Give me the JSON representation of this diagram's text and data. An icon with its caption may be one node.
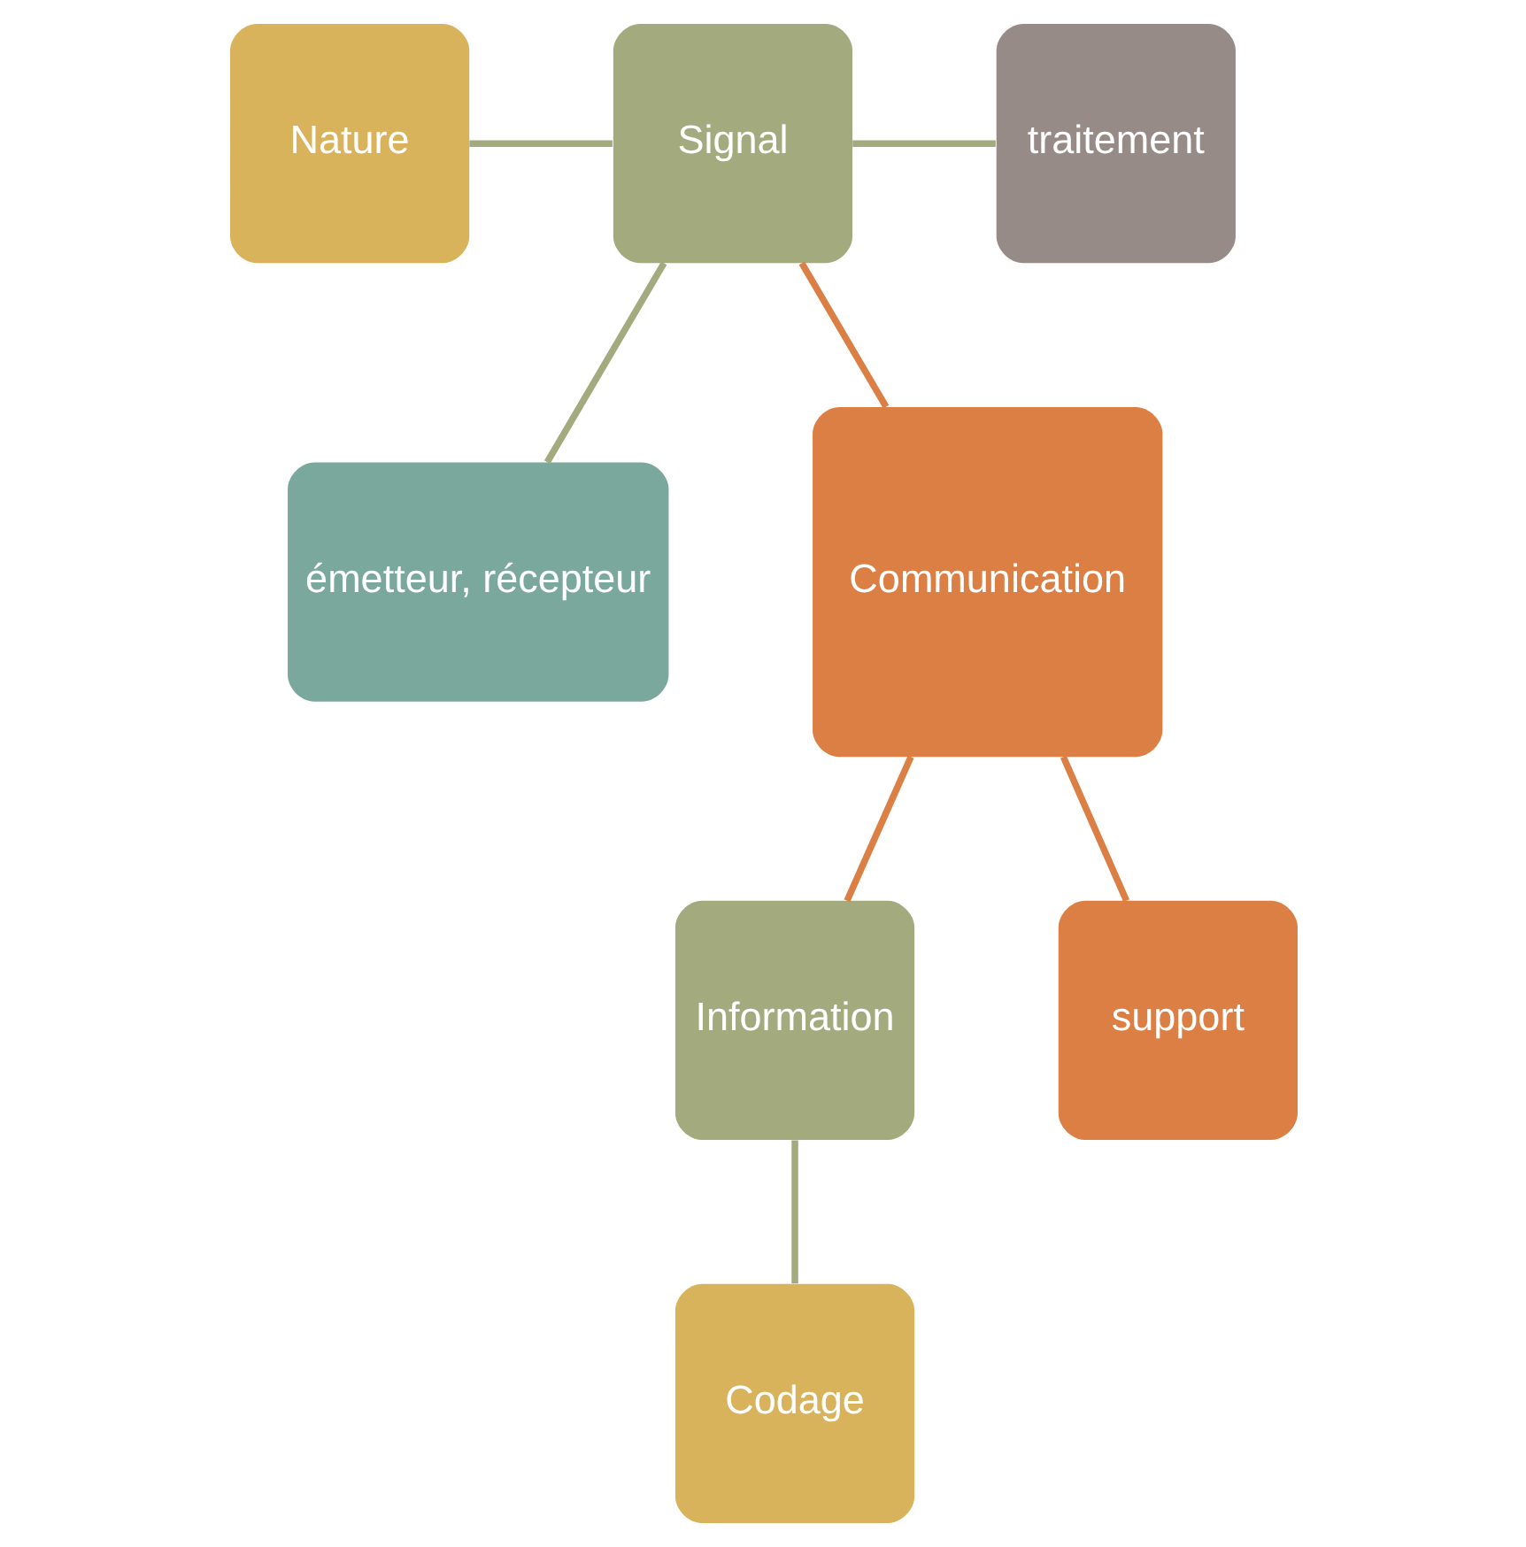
{
  "diagram": {
    "nodes": [
      {
        "text": [
          "émetteur, récepteur"
        ]
      },
      {
        "text": [
          "Nature"
        ]
      },
      {
        "text": [
          "Signal"
        ]
      },
      {
        "text": [
          "traitement"
        ]
      },
      {
        "text": [
          "Communication"
        ]
      },
      {
        "text": [
          "Information"
        ]
      },
      {
        "text": [
          "support"
        ]
      },
      {
        "text": [
          "Codage"
        ]
      }
    ],
    "edges": [
      {
        "from": 2,
        "to": 0,
        "arrow": "none"
      },
      {
        "from": 1,
        "to": 2,
        "arrow": "none"
      },
      {
        "from": 2,
        "to": 3,
        "arrow": "none"
      },
      {
        "from": 2,
        "to": 4,
        "arrow": "none",
        "color": "#dc7f44"
      },
      {
        "from": 4,
        "to": 5,
        "arrow": "none",
        "color": "#dc7f44"
      },
      {
        "from": 4,
        "to": 6,
        "arrow": "none",
        "color": "#dc7f44"
      },
      {
        "from": 5,
        "to": 7,
        "arrow": "none"
      }
    ]
  }
}
